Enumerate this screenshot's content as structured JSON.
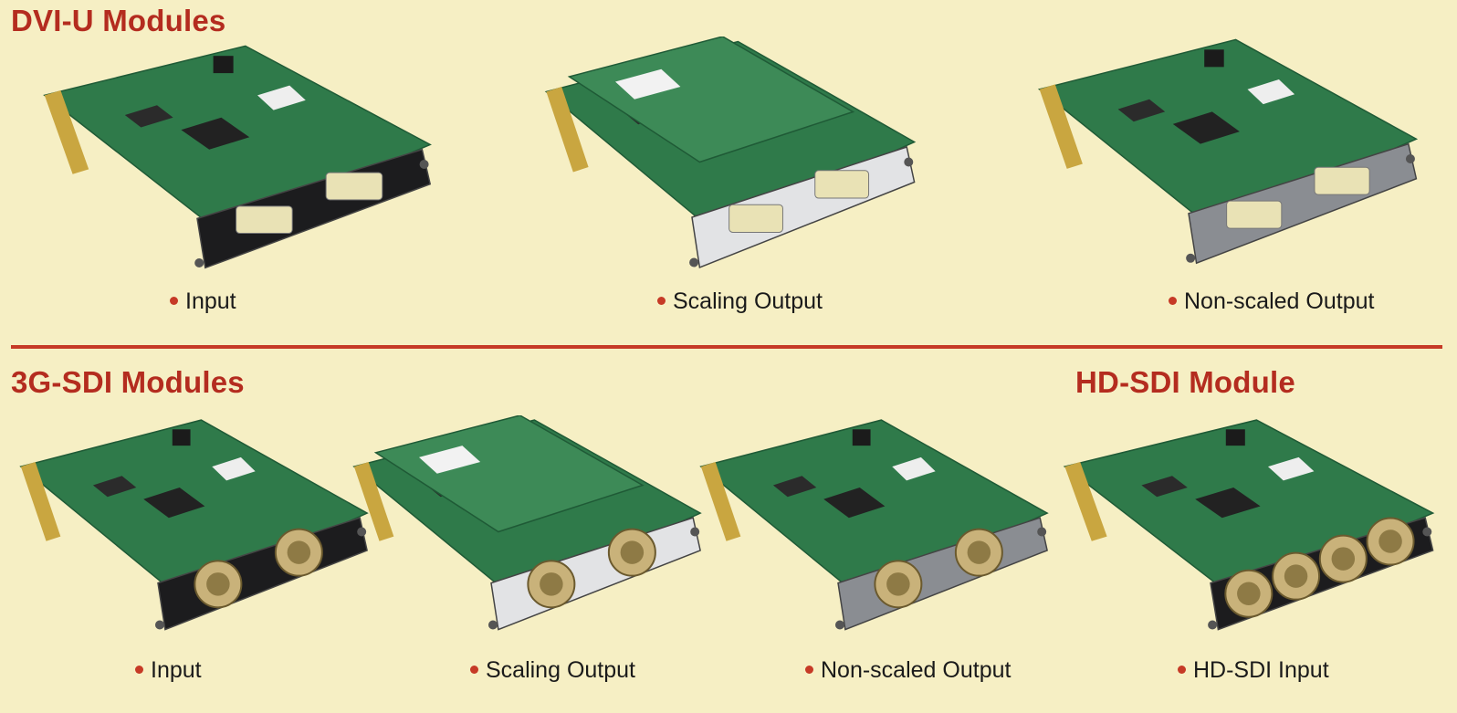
{
  "sections": {
    "dvi": {
      "title": "DVI-U Modules",
      "modules": [
        {
          "caption": "Input",
          "faceplate_color": "#1c1c1e",
          "connector": "dvi",
          "daughter_board": false
        },
        {
          "caption": "Scaling Output",
          "faceplate_color": "#e2e3e5",
          "connector": "dvi",
          "daughter_board": true
        },
        {
          "caption": "Non-scaled Output",
          "faceplate_color": "#8a8d92",
          "connector": "dvi",
          "daughter_board": false
        }
      ]
    },
    "sdi3g": {
      "title": "3G-SDI Modules",
      "modules": [
        {
          "caption": "Input",
          "faceplate_color": "#1c1c1e",
          "connector": "bnc",
          "daughter_board": false
        },
        {
          "caption": "Scaling Output",
          "faceplate_color": "#e2e3e5",
          "connector": "bnc",
          "daughter_board": true
        },
        {
          "caption": "Non-scaled Output",
          "faceplate_color": "#8a8d92",
          "connector": "bnc",
          "daughter_board": false
        }
      ]
    },
    "hdsdi": {
      "title": "HD-SDI Module",
      "modules": [
        {
          "caption": "HD-SDI Input",
          "faceplate_color": "#1c1c1e",
          "connector": "bnc4",
          "daughter_board": false
        }
      ]
    }
  },
  "colors": {
    "background": "#f6efc4",
    "heading": "#b42c1f",
    "divider": "#c63a26",
    "bullet": "#c63a26",
    "pcb": "#2f7a4a"
  }
}
